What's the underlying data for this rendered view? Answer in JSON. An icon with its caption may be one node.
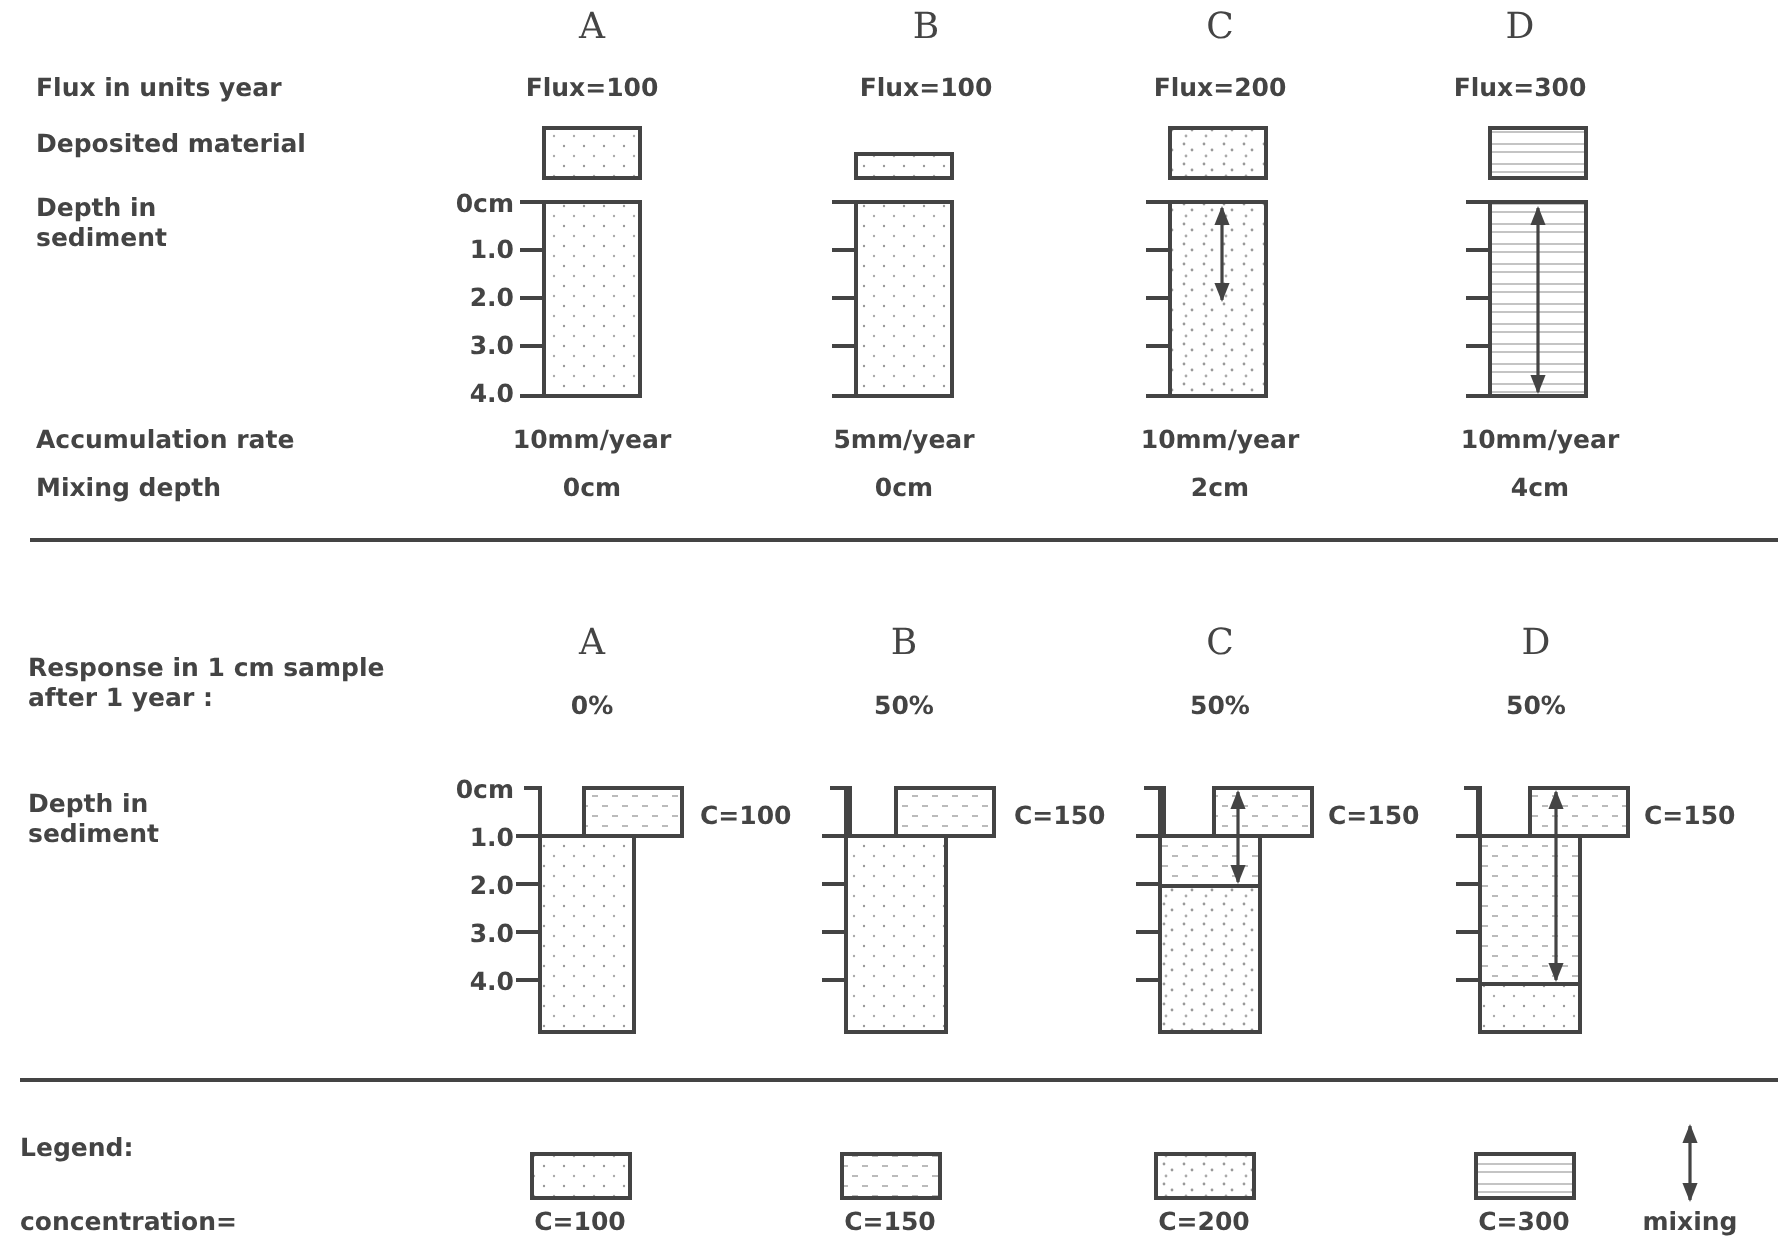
{
  "diagram": {
    "labels": [
      "A",
      "B",
      "C",
      "D",
      "Flux in units year",
      "Flux=100",
      "Flux=100",
      "Flux=200",
      "Flux=300",
      "Deposited material",
      "Depth in sediment",
      "0cm",
      "1.0",
      "2.0",
      "3.0",
      "4.0",
      "Accumulation rate",
      "10mm/year",
      "5mm/year",
      "10mm/year",
      "10mm/year",
      "Mixing depth",
      "0cm",
      "0cm",
      "2cm",
      "4cm",
      "Response in 1 cm sample after 1 year :",
      "A",
      "B",
      "C",
      "D",
      "0%",
      "50%",
      "50%",
      "50%",
      "Depth in sediment",
      "0cm",
      "C=100",
      "C=150",
      "C=150",
      "C=150",
      "1.0",
      "2.0",
      "3.0",
      "4.0",
      "Legend:",
      "concentration="
    ],
    "legend": [
      {
        "text": "C=100"
      },
      {
        "text": "C=150"
      },
      {
        "text": "C=200"
      },
      {
        "text": "C=300"
      },
      {
        "text": "mixing"
      }
    ]
  }
}
